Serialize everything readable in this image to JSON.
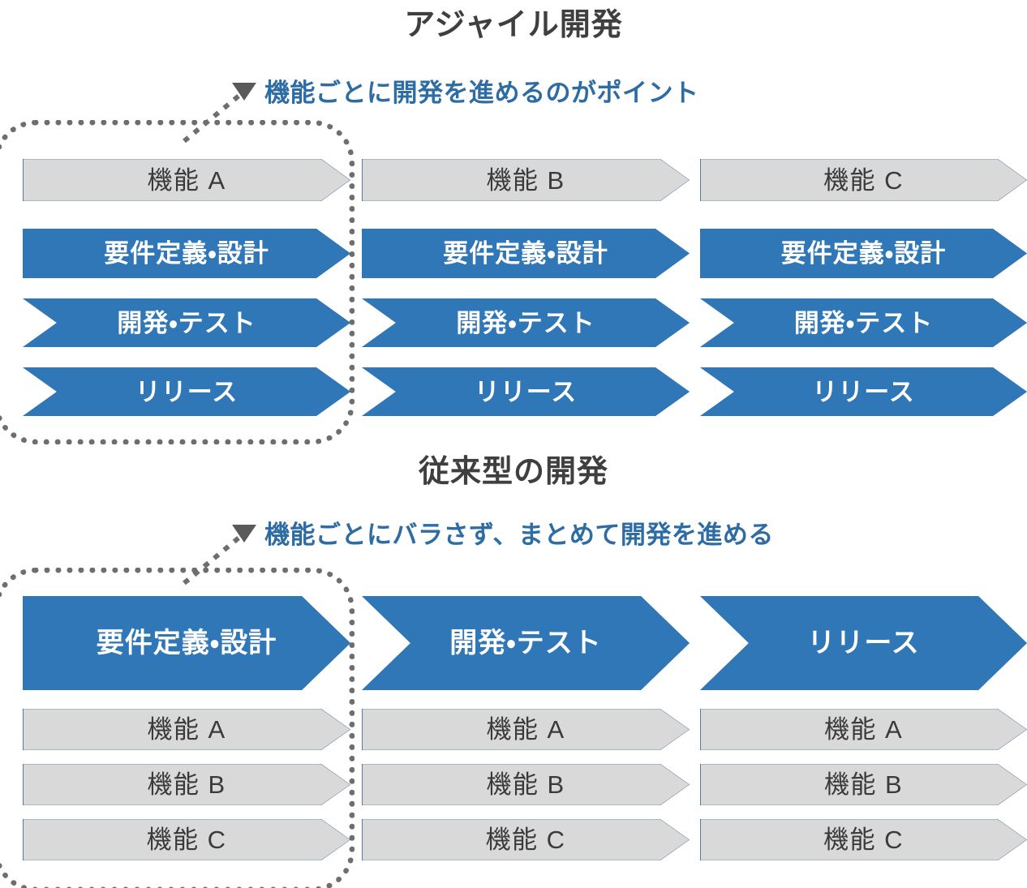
{
  "colors": {
    "blue_fill": "#3077B8",
    "blue_edge": "#23527C",
    "gray_fill": "#D9D9D9",
    "gray_edge": "#2E5C8A",
    "title_text": "#3F3F3F",
    "callout_text": "#2E6CA4",
    "dotted_border": "#6E6E6E",
    "white_text": "#FFFFFF",
    "dark_text": "#3A3A3A"
  },
  "sections": [
    {
      "id": "agile",
      "title": "アジャイル開発",
      "callout": {
        "marker_icon": "triangle-down-icon",
        "text": "機能ごとに開発を進めるのがポイント"
      },
      "columns": [
        {
          "id": "feature-a",
          "steps": [
            {
              "label": "機能 A",
              "style": "gray",
              "shape": "pentagon"
            },
            {
              "label": "要件定義・設計",
              "style": "blue",
              "shape": "pentagon"
            },
            {
              "label": "開発・テスト",
              "style": "blue",
              "shape": "chevron"
            },
            {
              "label": "リリース",
              "style": "blue",
              "shape": "chevron"
            }
          ]
        },
        {
          "id": "feature-b",
          "steps": [
            {
              "label": "機能 B",
              "style": "gray",
              "shape": "pentagon"
            },
            {
              "label": "要件定義・設計",
              "style": "blue",
              "shape": "pentagon"
            },
            {
              "label": "開発・テスト",
              "style": "blue",
              "shape": "chevron"
            },
            {
              "label": "リリース",
              "style": "blue",
              "shape": "chevron"
            }
          ]
        },
        {
          "id": "feature-c",
          "steps": [
            {
              "label": "機能 C",
              "style": "gray",
              "shape": "pentagon"
            },
            {
              "label": "要件定義・設計",
              "style": "blue",
              "shape": "pentagon"
            },
            {
              "label": "開発・テスト",
              "style": "blue",
              "shape": "chevron"
            },
            {
              "label": "リリース",
              "style": "blue",
              "shape": "chevron"
            }
          ]
        }
      ]
    },
    {
      "id": "waterfall",
      "title": "従来型の開発",
      "callout": {
        "marker_icon": "triangle-down-icon",
        "text": "機能ごとにバラさず、まとめて開発を進める"
      },
      "columns": [
        {
          "id": "phase-requirements",
          "steps": [
            {
              "label": "要件定義・設計",
              "style": "blue",
              "shape": "pentagon"
            },
            {
              "label": "機能 A",
              "style": "gray",
              "shape": "pentagon"
            },
            {
              "label": "機能 B",
              "style": "gray",
              "shape": "pentagon"
            },
            {
              "label": "機能 C",
              "style": "gray",
              "shape": "pentagon"
            }
          ]
        },
        {
          "id": "phase-development",
          "steps": [
            {
              "label": "開発・テスト",
              "style": "blue",
              "shape": "chevron"
            },
            {
              "label": "機能 A",
              "style": "gray",
              "shape": "pentagon"
            },
            {
              "label": "機能 B",
              "style": "gray",
              "shape": "pentagon"
            },
            {
              "label": "機能 C",
              "style": "gray",
              "shape": "pentagon"
            }
          ]
        },
        {
          "id": "phase-release",
          "steps": [
            {
              "label": "リリース",
              "style": "blue",
              "shape": "chevron"
            },
            {
              "label": "機能 A",
              "style": "gray",
              "shape": "pentagon"
            },
            {
              "label": "機能 B",
              "style": "gray",
              "shape": "pentagon"
            },
            {
              "label": "機能 C",
              "style": "gray",
              "shape": "pentagon"
            }
          ]
        }
      ]
    }
  ],
  "agile": {
    "title": "アジャイル開発",
    "callout_text": "機能ごとに開発を進めるのがポイント"
  },
  "waterfall": {
    "title": "従来型の開発",
    "callout_text": "機能ごとにバラさず、まとめて開発を進める"
  }
}
